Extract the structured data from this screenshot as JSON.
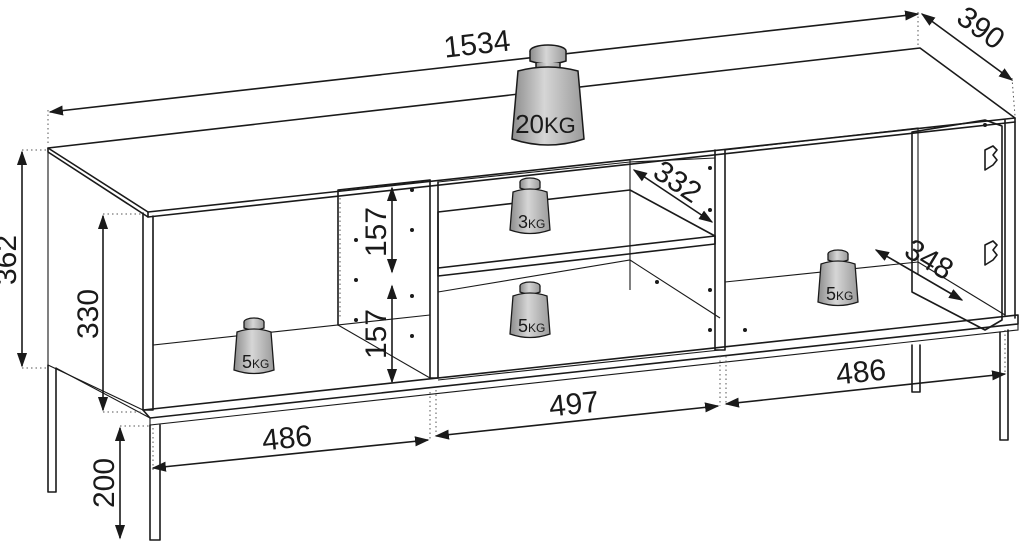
{
  "dimensions": {
    "width": "1534",
    "depth": "390",
    "height": "362",
    "inner_height": "330",
    "shelf_upper": "157",
    "shelf_lower": "157",
    "shelf_depth": "332",
    "right_depth": "348",
    "leg_height": "200",
    "left_width": "486",
    "middle_width": "497",
    "right_width": "486"
  },
  "weights": {
    "top": {
      "value": "20",
      "unit": "KG"
    },
    "middle_upper": {
      "value": "3",
      "unit": "KG"
    },
    "middle_lower": {
      "value": "5",
      "unit": "KG"
    },
    "left": {
      "value": "5",
      "unit": "KG"
    },
    "right": {
      "value": "5",
      "unit": "KG"
    }
  }
}
